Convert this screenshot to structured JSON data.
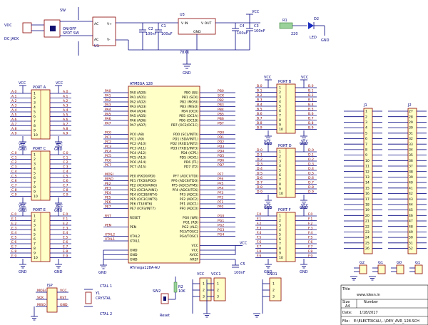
{
  "power": {
    "dc_jack_labels": [
      "VDC",
      "DC JACK"
    ],
    "switch": {
      "ref": "SW",
      "text": [
        "ON/OFF",
        "SPDT SW"
      ]
    },
    "bridge": {
      "ref": "U1",
      "pins": [
        "AC",
        "V+",
        "V-",
        "AC"
      ]
    },
    "c1": {
      "ref": "C1",
      "value": "100uF"
    },
    "c2": {
      "ref": "C2",
      "value": "100nF"
    },
    "regulator": {
      "ref": "U3",
      "in_label": "V IN",
      "out_label": "V OUT",
      "gnd_label": "GND",
      "part": "78XX"
    },
    "c3": {
      "ref": "C3",
      "value": "100nF"
    },
    "c4": {
      "ref": "C4",
      "value": "100uF"
    },
    "vcc_label": "VCC",
    "gnd_label": "GND",
    "led": {
      "ref": "D2",
      "part": "LED",
      "resistor_ref": "R1",
      "resistor_value": "220"
    }
  },
  "port_headers": [
    {
      "key": "a",
      "title": "PORT A",
      "pin_prefix": "A",
      "pins": [
        "1",
        "2",
        "3",
        "4",
        "5",
        "6",
        "7",
        "8",
        "9",
        "10"
      ]
    },
    {
      "key": "c",
      "title": "PORT C",
      "pin_prefix": "C",
      "pins": [
        "1",
        "2",
        "3",
        "4",
        "5",
        "6",
        "7",
        "8",
        "9",
        "10"
      ]
    },
    {
      "key": "e",
      "title": "PORT E",
      "pin_prefix": "E",
      "pins": [
        "1",
        "2",
        "3",
        "4",
        "5",
        "6",
        "7",
        "8",
        "9",
        "10"
      ]
    },
    {
      "key": "b",
      "title": "PORT B",
      "pin_prefix": "B",
      "pins": [
        "1",
        "2",
        "3",
        "4",
        "5",
        "6",
        "7",
        "8",
        "9",
        "10"
      ]
    },
    {
      "key": "d",
      "title": "PORT D",
      "pin_prefix": "D",
      "pins": [
        "1",
        "2",
        "3",
        "4",
        "5",
        "6",
        "7",
        "8",
        "9",
        "10"
      ]
    },
    {
      "key": "f",
      "title": "PORT F",
      "pin_prefix": "F",
      "pins": [
        "1",
        "2",
        "3",
        "4",
        "5",
        "6",
        "7",
        "8",
        "9",
        "10"
      ]
    }
  ],
  "mcu": {
    "title": "ATMEGA 128",
    "part": "ATmega128A-AU",
    "left_pins": [
      "PA0 (AD0)",
      "PA1 (AD1)",
      "PA2 (AD2)",
      "PA3 (AD3)",
      "PA4 (AD4)",
      "PA5 (AD5)",
      "PA6 (AD6)",
      "PA7 (AD7)",
      "",
      "PC0 (A8)",
      "PC1 (A9)",
      "PC2 (A10)",
      "PC3 (A11)",
      "PC4 (A12)",
      "PC5 (A13)",
      "PC6 (A14)",
      "PC7 (A15)",
      "",
      "PE0 (RXD0/PDI)",
      "PE1 (TXD0/PDO)",
      "PE2 (XCK0/AIN0)",
      "PE3 (OC3A/AIN1)",
      "PE4 (OC3B/INT4)",
      "PE5 (OC3C/INT5)",
      "PE6 (T3/INT6)",
      "PE7 (ICP3/INT7)",
      "",
      "RESET",
      "",
      "PEN",
      "",
      "XTAL2",
      "XTAL1",
      "",
      "GND",
      "GND",
      "GND"
    ],
    "right_pins": [
      "PB0 (SS)",
      "PB1 (SCK)",
      "PB2 (MOSI)",
      "PB3 (MISO)",
      "PB4 (OC0)",
      "PB5 (OC1A)",
      "PB6 (OC1B)",
      "PB7 (OC2/OC1C)",
      "",
      "PD0 (SCL/INT0)",
      "PD1 (SDA/INT1)",
      "PD2 (RXD1/INT2)",
      "PD3 (TXD1/INT3)",
      "PD4 (ICP1)",
      "PD5 (XCK1)",
      "PD6 (T1)",
      "PD7 (T2)",
      "",
      "PF7 (ADC7/TDI)",
      "PF6 (ADC6/TDO)",
      "PF5 (ADC5/TMS)",
      "PF4 (ADC4/TCK)",
      "PF3 (ADC3)",
      "PF2 (ADC2)",
      "PF1 (ADC1)",
      "PF0 (ADC0)",
      "",
      "PG0 (WR)",
      "PG1 (RD)",
      "PG2 (ALE)",
      "PG3/TOSC2",
      "PG4/TOSC1",
      "",
      "VCC",
      "VCC",
      "AVCC",
      "AREF"
    ],
    "left_nets": [
      "PA0",
      "PA1",
      "PA2",
      "PA3",
      "PA4",
      "PA5",
      "PA6",
      "PA7",
      "",
      "PC0",
      "PC1",
      "PC2",
      "PC3",
      "PC4",
      "PC5",
      "PC6",
      "PC7",
      "",
      "MOSI",
      "MISO",
      "PE2",
      "PE3",
      "PE4",
      "PE5",
      "PE6",
      "PE7",
      "",
      "RST",
      "",
      "PEN",
      "",
      "XTAL2",
      "XTAL1",
      "",
      "",
      "",
      ""
    ],
    "right_nets": [
      "PB0",
      "SCK",
      "PB2",
      "PB3",
      "PB4",
      "PB5",
      "PB6",
      "PB7",
      "",
      "PD0",
      "PD1",
      "PD2",
      "PD3",
      "PD4",
      "PD5",
      "PD6",
      "PD7",
      "",
      "PF7",
      "PF6",
      "PF5",
      "PF4",
      "PF3",
      "PF2",
      "PF1",
      "PF0",
      "",
      "PG0",
      "PG1",
      "PG2",
      "PG3",
      "PG4",
      "",
      "",
      "",
      "",
      ""
    ],
    "aref_cap": {
      "ref": "C5",
      "value": "100nF"
    }
  },
  "connector_left": {
    "ref": "J1",
    "pins": [
      "1",
      "2",
      "3",
      "4",
      "5",
      "6",
      "7",
      "8",
      "9",
      "10",
      "11",
      "12",
      "13",
      "14",
      "15",
      "16",
      "17",
      "18",
      "19",
      "20",
      "21",
      "22",
      "23",
      "24",
      "25",
      "26"
    ]
  },
  "connector_right": {
    "ref": "J2",
    "pins": [
      "27",
      "28",
      "29",
      "30",
      "31",
      "32",
      "33",
      "34",
      "35",
      "36",
      "37",
      "38",
      "39",
      "40",
      "41",
      "42",
      "43",
      "44",
      "45",
      "46",
      "47",
      "48",
      "49",
      "50",
      "51",
      "52"
    ]
  },
  "isp": {
    "ref": "ISP",
    "nets": [
      "MOSI",
      "VCC",
      "SCK",
      "RST",
      "MISO",
      "GND"
    ]
  },
  "crystal": {
    "ref": "Y1",
    "value": "CRYSTAL",
    "labels": [
      "CTAL 1",
      "CTAL 2"
    ]
  },
  "reset": {
    "ref": "SW2",
    "resistor": "R2",
    "value": "10K",
    "label": "Reset"
  },
  "vcc_block": {
    "title": "VCC",
    "pins": [
      "1",
      "2",
      "3"
    ]
  },
  "vcc1_block": {
    "title": "VCC1",
    "pins": [
      "1",
      "2",
      "3"
    ]
  },
  "gnd_block": {
    "title": "GND1",
    "pins": [
      "1",
      "2",
      "3"
    ]
  },
  "misc_headers": [
    "G2",
    "G1",
    "G0",
    "G1"
  ],
  "title_block": {
    "title_label": "Title",
    "title_value": "www.idesn.in",
    "size_label": "Size",
    "size_value": "A4",
    "number_label": "Number",
    "date_label": "Date:",
    "date_value": "1/18/2017",
    "file_label": "File:",
    "file_value": "E:\\ELECTRICAL\\...\\DEV_AVR_128.SCH"
  }
}
